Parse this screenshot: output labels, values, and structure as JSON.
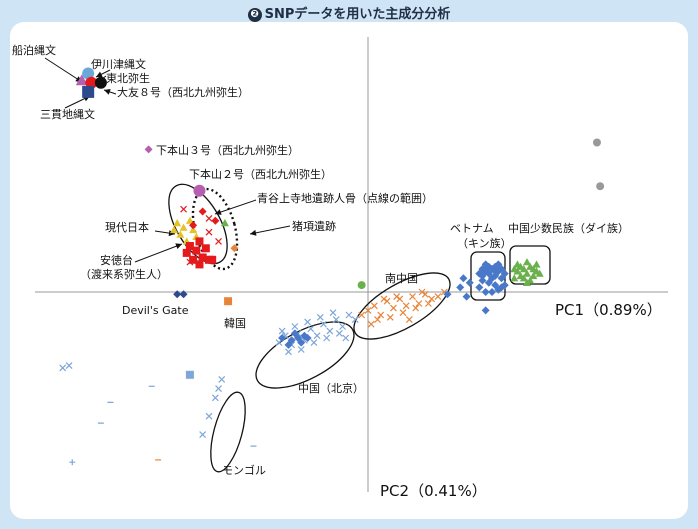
{
  "page": {
    "title_badge": "❷",
    "title": "SNPデータを用いた主成分分析"
  },
  "colors": {
    "background": "#cfe4f5",
    "panel": "#ffffff",
    "blue": "#4a78c8",
    "orange": "#e8843a",
    "green": "#6ab04c",
    "red": "#e41a1c",
    "purple": "#b65fb0",
    "navy": "#2c4a8c",
    "gray": "#999999",
    "yellow": "#e6c229",
    "lightblue": "#7ea6d8"
  },
  "chart_data": {
    "type": "scatter",
    "title": "SNPデータを用いた主成分分析",
    "xlabel": "PC1（0.89%）",
    "ylabel": "PC2（0.41%）",
    "xlim": [
      -1.0,
      1.0
    ],
    "ylim": [
      -1.0,
      1.0
    ],
    "grid": false,
    "axes_through_origin": true,
    "series": [
      {
        "name": "ベトナム（キン族）",
        "marker": "diamond",
        "color": "#4a78c8",
        "points": [
          [
            0.35,
            0.02
          ],
          [
            0.36,
            0.05
          ],
          [
            0.37,
            0.0
          ],
          [
            0.38,
            0.04
          ],
          [
            0.39,
            0.06
          ],
          [
            0.4,
            0.03
          ],
          [
            0.41,
            0.01
          ],
          [
            0.36,
            0.07
          ],
          [
            0.37,
            0.09
          ],
          [
            0.38,
            0.08
          ],
          [
            0.39,
            0.1
          ],
          [
            0.4,
            0.07
          ],
          [
            0.41,
            0.09
          ],
          [
            0.42,
            0.06
          ],
          [
            0.43,
            0.08
          ],
          [
            0.35,
            0.08
          ],
          [
            0.38,
            0.11
          ],
          [
            0.4,
            0.11
          ],
          [
            0.42,
            0.1
          ],
          [
            0.43,
            0.03
          ],
          [
            0.39,
            0.0
          ],
          [
            0.37,
            0.12
          ],
          [
            0.41,
            0.12
          ],
          [
            0.36,
            0.1
          ],
          [
            0.4,
            0.09
          ],
          [
            0.42,
            0.02
          ]
        ]
      },
      {
        "name": "中国少数民族（ダイ族）",
        "marker": "triangle",
        "color": "#6ab04c",
        "points": [
          [
            0.46,
            0.06
          ],
          [
            0.47,
            0.09
          ],
          [
            0.48,
            0.07
          ],
          [
            0.49,
            0.1
          ],
          [
            0.5,
            0.08
          ],
          [
            0.51,
            0.11
          ],
          [
            0.52,
            0.07
          ],
          [
            0.53,
            0.09
          ],
          [
            0.47,
            0.12
          ],
          [
            0.49,
            0.06
          ],
          [
            0.51,
            0.05
          ],
          [
            0.53,
            0.12
          ],
          [
            0.5,
            0.13
          ],
          [
            0.48,
            0.11
          ],
          [
            0.52,
            0.1
          ],
          [
            0.46,
            0.1
          ],
          [
            0.54,
            0.08
          ],
          [
            0.5,
            0.04
          ]
        ]
      },
      {
        "name": "南中国",
        "marker": "x",
        "color": "#e8843a",
        "points": [
          [
            0.0,
            -0.08
          ],
          [
            0.02,
            -0.06
          ],
          [
            0.04,
            -0.1
          ],
          [
            0.06,
            -0.04
          ],
          [
            0.08,
            -0.07
          ],
          [
            0.1,
            -0.03
          ],
          [
            0.12,
            -0.06
          ],
          [
            0.14,
            -0.02
          ],
          [
            0.16,
            -0.05
          ],
          [
            0.18,
            -0.01
          ],
          [
            0.2,
            -0.03
          ],
          [
            0.03,
            -0.12
          ],
          [
            0.07,
            -0.11
          ],
          [
            0.11,
            -0.09
          ],
          [
            0.15,
            -0.07
          ],
          [
            0.19,
            -0.05
          ],
          [
            0.05,
            -0.03
          ],
          [
            0.09,
            -0.02
          ],
          [
            0.13,
            -0.12
          ],
          [
            0.17,
            0.0
          ],
          [
            -0.02,
            -0.1
          ],
          [
            0.01,
            -0.14
          ],
          [
            0.22,
            -0.02
          ],
          [
            0.24,
            0.0
          ]
        ]
      },
      {
        "name": "中国（北京）",
        "marker": "x",
        "color": "#7ea6d8",
        "points": [
          [
            -0.28,
            -0.22
          ],
          [
            -0.26,
            -0.19
          ],
          [
            -0.24,
            -0.23
          ],
          [
            -0.22,
            -0.18
          ],
          [
            -0.2,
            -0.21
          ],
          [
            -0.18,
            -0.16
          ],
          [
            -0.16,
            -0.19
          ],
          [
            -0.14,
            -0.14
          ],
          [
            -0.12,
            -0.17
          ],
          [
            -0.1,
            -0.12
          ],
          [
            -0.08,
            -0.15
          ],
          [
            -0.06,
            -0.1
          ],
          [
            -0.25,
            -0.26
          ],
          [
            -0.21,
            -0.25
          ],
          [
            -0.17,
            -0.22
          ],
          [
            -0.13,
            -0.2
          ],
          [
            -0.09,
            -0.18
          ],
          [
            -0.23,
            -0.15
          ],
          [
            -0.19,
            -0.13
          ],
          [
            -0.15,
            -0.11
          ],
          [
            -0.11,
            -0.09
          ],
          [
            -0.27,
            -0.17
          ],
          [
            -0.04,
            -0.12
          ],
          [
            -0.07,
            -0.2
          ]
        ]
      },
      {
        "name": "中国（北京）",
        "marker": "diamond",
        "color": "#4a78c8",
        "points": [
          [
            -0.27,
            -0.2
          ],
          [
            -0.24,
            -0.21
          ],
          [
            -0.22,
            -0.2
          ],
          [
            -0.2,
            -0.19
          ],
          [
            -0.23,
            -0.18
          ],
          [
            -0.25,
            -0.23
          ],
          [
            -0.21,
            -0.22
          ],
          [
            -0.19,
            -0.2
          ]
        ]
      },
      {
        "name": "モンゴル",
        "marker": "x",
        "color": "#7ea6d8",
        "points": [
          [
            -0.46,
            -0.38
          ],
          [
            -0.48,
            -0.46
          ],
          [
            -0.5,
            -0.54
          ],
          [
            -0.52,
            -0.62
          ],
          [
            -0.47,
            -0.42
          ]
        ]
      },
      {
        "name": "現代日本",
        "marker": "triangle",
        "color": "#e6c229",
        "points": [
          [
            -0.6,
            0.3
          ],
          [
            -0.58,
            0.28
          ],
          [
            -0.56,
            0.31
          ],
          [
            -0.59,
            0.25
          ],
          [
            -0.55,
            0.27
          ],
          [
            -0.57,
            0.22
          ],
          [
            -0.61,
            0.27
          ],
          [
            -0.54,
            0.24
          ]
        ]
      },
      {
        "name": "現代日本",
        "marker": "square",
        "color": "#e41a1c",
        "points": [
          [
            -0.56,
            0.2
          ],
          [
            -0.54,
            0.18
          ],
          [
            -0.52,
            0.15
          ],
          [
            -0.55,
            0.14
          ],
          [
            -0.53,
            0.22
          ],
          [
            -0.51,
            0.19
          ],
          [
            -0.57,
            0.17
          ],
          [
            -0.5,
            0.14
          ],
          [
            -0.53,
            0.12
          ]
        ]
      },
      {
        "name": "青谷上寺地遺跡人骨",
        "marker": "diamond",
        "color": "#e41a1c",
        "points": [
          [
            -0.52,
            0.35
          ],
          [
            -0.55,
            0.29
          ],
          [
            -0.48,
            0.31
          ]
        ]
      },
      {
        "name": "青谷上寺地遺跡人骨",
        "marker": "x",
        "color": "#e41a1c",
        "points": [
          [
            -0.58,
            0.36
          ],
          [
            -0.5,
            0.26
          ],
          [
            -0.56,
            0.13
          ],
          [
            -0.47,
            0.22
          ],
          [
            -0.5,
            0.32
          ]
        ]
      },
      {
        "name": "青谷上寺地遺跡人骨",
        "marker": "triangle",
        "color": "#6ab04c",
        "points": [
          [
            -0.45,
            0.3
          ]
        ]
      },
      {
        "name": "猪項遺跡",
        "marker": "diamond",
        "color": "#e8843a",
        "points": [
          [
            -0.42,
            0.19
          ]
        ]
      },
      {
        "name": "安徳台（渡来系弥生人）",
        "marker": "square",
        "color": "#e41a1c",
        "points": [
          [
            -0.49,
            0.14
          ]
        ]
      },
      {
        "name": "船泊縄文",
        "marker": "triangle",
        "color": "#b65fb0",
        "points": [
          [
            -0.9,
            0.92
          ]
        ]
      },
      {
        "name": "伊川津縄文",
        "marker": "circle",
        "color": "#6aa8d8",
        "points": [
          [
            -0.88,
            0.95
          ]
        ]
      },
      {
        "name": "東北弥生",
        "marker": "circle",
        "color": "#e41a1c",
        "points": [
          [
            -0.87,
            0.91
          ]
        ]
      },
      {
        "name": "大友８号（西北九州弥生）",
        "marker": "circle",
        "color": "#111111",
        "points": [
          [
            -0.84,
            0.91
          ]
        ]
      },
      {
        "name": "三貫地縄文",
        "marker": "square",
        "color": "#2c4a8c",
        "points": [
          [
            -0.88,
            0.87
          ]
        ]
      },
      {
        "name": "下本山３号（西北九州弥生）",
        "marker": "diamond",
        "color": "#b65fb0",
        "points": [
          [
            -0.69,
            0.62
          ]
        ]
      },
      {
        "name": "下本山２号（西北九州弥生）",
        "marker": "circle",
        "color": "#b65fb0",
        "points": [
          [
            -0.53,
            0.44
          ]
        ]
      },
      {
        "name": "Devil's Gate",
        "marker": "diamond",
        "color": "#2c4a8c",
        "points": [
          [
            -0.6,
            -0.01
          ],
          [
            -0.58,
            -0.01
          ]
        ]
      },
      {
        "name": "韓国",
        "marker": "square",
        "color": "#e8843a",
        "points": [
          [
            -0.44,
            -0.04
          ]
        ]
      },
      {
        "name": "",
        "marker": "circle",
        "color": "#999999",
        "points": [
          [
            0.72,
            0.65
          ],
          [
            0.73,
            0.46
          ]
        ]
      },
      {
        "name": "",
        "marker": "diamond",
        "color": "#4a78c8",
        "points": [
          [
            0.25,
            -0.01
          ],
          [
            0.29,
            0.02
          ],
          [
            0.31,
            -0.02
          ],
          [
            0.32,
            0.04
          ],
          [
            0.37,
            -0.08
          ],
          [
            0.3,
            0.06
          ]
        ]
      },
      {
        "name": "",
        "marker": "circle",
        "color": "#6ab04c",
        "points": [
          [
            -0.02,
            0.03
          ]
        ]
      },
      {
        "name": "",
        "marker": "x",
        "color": "#7ea6d8",
        "points": [
          [
            -0.96,
            -0.33
          ],
          [
            -0.94,
            -0.32
          ]
        ]
      },
      {
        "name": "",
        "marker": "square",
        "color": "#7ea6d8",
        "points": [
          [
            -0.56,
            -0.36
          ]
        ]
      },
      {
        "name": "",
        "marker": "plus",
        "color": "#7ea6d8",
        "points": [
          [
            -0.93,
            -0.74
          ]
        ]
      },
      {
        "name": "",
        "marker": "dash",
        "color": "#e8843a",
        "points": [
          [
            -0.66,
            -0.73
          ]
        ]
      },
      {
        "name": "",
        "marker": "dash",
        "color": "#7ea6d8",
        "points": [
          [
            -0.81,
            -0.48
          ],
          [
            -0.84,
            -0.57
          ],
          [
            -0.36,
            -0.67
          ],
          [
            -0.68,
            -0.41
          ]
        ]
      }
    ],
    "labels": [
      {
        "text": "船泊縄文",
        "at": [
          -0.9,
          0.92
        ]
      },
      {
        "text": "伊川津縄文",
        "at": [
          -0.88,
          0.95
        ]
      },
      {
        "text": "東北弥生",
        "at": [
          -0.87,
          0.91
        ]
      },
      {
        "text": "大友８号（西北九州弥生）",
        "at": [
          -0.84,
          0.91
        ]
      },
      {
        "text": "三貫地縄文",
        "at": [
          -0.88,
          0.87
        ]
      },
      {
        "text": "下本山３号（西北九州弥生）",
        "at": [
          -0.69,
          0.62
        ]
      },
      {
        "text": "下本山２号（西北九州弥生）",
        "at": [
          -0.53,
          0.44
        ]
      },
      {
        "text": "青谷上寺地遺跡人骨（点線の範囲）",
        "at": [
          -0.5,
          0.32
        ]
      },
      {
        "text": "現代日本",
        "at": [
          -0.6,
          0.28
        ]
      },
      {
        "text": "猪項遺跡",
        "at": [
          -0.42,
          0.19
        ]
      },
      {
        "text": "安徳台",
        "at": [
          -0.49,
          0.14
        ]
      },
      {
        "text": "（渡来系弥生人）",
        "at": [
          -0.49,
          0.14
        ]
      },
      {
        "text": "Devil's Gate",
        "at": [
          -0.59,
          -0.01
        ]
      },
      {
        "text": "韓国",
        "at": [
          -0.44,
          -0.04
        ]
      },
      {
        "text": "南中国",
        "at": [
          0.1,
          -0.06
        ]
      },
      {
        "text": "中国（北京）",
        "at": [
          -0.17,
          -0.18
        ]
      },
      {
        "text": "モンゴル",
        "at": [
          -0.49,
          -0.5
        ]
      },
      {
        "text": "ベトナム",
        "at": [
          0.39,
          0.06
        ]
      },
      {
        "text": "（キン族）",
        "at": [
          0.39,
          0.06
        ]
      },
      {
        "text": "中国少数民族（ダイ族）",
        "at": [
          0.5,
          0.09
        ]
      }
    ]
  }
}
